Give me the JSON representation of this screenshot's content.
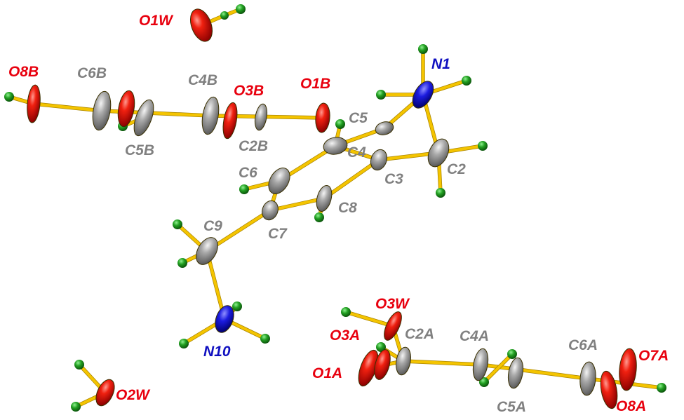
{
  "colors": {
    "oxygen": "#e8000e",
    "carbon": "#9a9a9a",
    "nitrogen": "#1c1ce0",
    "hydrogen": "#1a9a1a",
    "bond": "#f4c400",
    "label_oxygen": "#e8000e",
    "label_carbon": "#808080",
    "label_nitrogen": "#1010c0"
  },
  "labels": {
    "O1W": "O1W",
    "O8B": "O8B",
    "C6B": "C6B",
    "C4B": "C4B",
    "O3B": "O3B",
    "O1B": "O1B",
    "N1": "N1",
    "C5B": "C5B",
    "C2B": "C2B",
    "C5": "C5",
    "C4": "C4",
    "C6": "C6",
    "C3": "C3",
    "C2": "C2",
    "C8": "C8",
    "C9": "C9",
    "C7": "C7",
    "O3W": "O3W",
    "O3A": "O3A",
    "C2A": "C2A",
    "C4A": "C4A",
    "C6A": "C6A",
    "O7A": "O7A",
    "O1A": "O1A",
    "N10": "N10",
    "O2W": "O2W",
    "C5A": "C5A",
    "O8A": "O8A"
  }
}
